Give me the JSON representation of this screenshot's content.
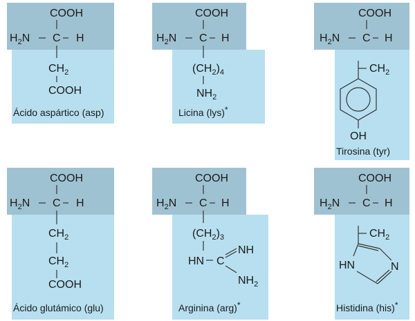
{
  "colors": {
    "header": "#9fc2d2",
    "body": "#b7dff0",
    "line": "#333333"
  },
  "cards": [
    {
      "caption": "Ácido aspártico (asp)",
      "header": {
        "carboxyl": "COOH",
        "amine": "N",
        "h2": "H",
        "two": "2",
        "alpha": "C",
        "hydrogen": "H"
      },
      "side": {
        "ch": "CH",
        "ch_sub": "2",
        "cooh": "COOH"
      }
    },
    {
      "caption": "Licina (lys)",
      "essential_mark": "*",
      "header": {
        "carboxyl": "COOH",
        "amine": "N",
        "h2": "H",
        "two": "2",
        "alpha": "C",
        "hydrogen": "H"
      },
      "side": {
        "open": "(CH",
        "ch_sub": "2",
        "close": ")",
        "count": "4",
        "nh": "NH",
        "nh_sub": "2"
      }
    },
    {
      "caption": "Tirosina (tyr)",
      "header": {
        "carboxyl": "COOH",
        "amine": "N",
        "h2": "H",
        "two": "2",
        "alpha": "C",
        "hydrogen": "H"
      },
      "side": {
        "ch": "CH",
        "ch_sub": "2",
        "oh": "OH"
      }
    },
    {
      "caption": "Ácido glutámico (glu)",
      "header": {
        "carboxyl": "COOH",
        "amine": "N",
        "h2": "H",
        "two": "2",
        "alpha": "C",
        "hydrogen": "H"
      },
      "side": {
        "ch_a": "CH",
        "ch_a_sub": "2",
        "ch_b": "CH",
        "ch_b_sub": "2",
        "cooh": "COOH"
      }
    },
    {
      "caption": "Arginina (arg)",
      "essential_mark": "*",
      "header": {
        "carboxyl": "COOH",
        "amine": "N",
        "h2": "H",
        "two": "2",
        "alpha": "C",
        "hydrogen": "H"
      },
      "side": {
        "open": "(CH",
        "ch_sub": "2",
        "close": ")",
        "count": "3",
        "hn": "HN",
        "c": "C",
        "nh": "NH",
        "nh2": "NH",
        "nh2_sub": "2"
      }
    },
    {
      "caption": "Histidina (his)",
      "essential_mark": "*",
      "header": {
        "carboxyl": "COOH",
        "amine": "N",
        "h2": "H",
        "two": "2",
        "alpha": "C",
        "hydrogen": "H"
      },
      "side": {
        "ch": "CH",
        "ch_sub": "2",
        "hn": "HN",
        "n": "N"
      }
    }
  ]
}
